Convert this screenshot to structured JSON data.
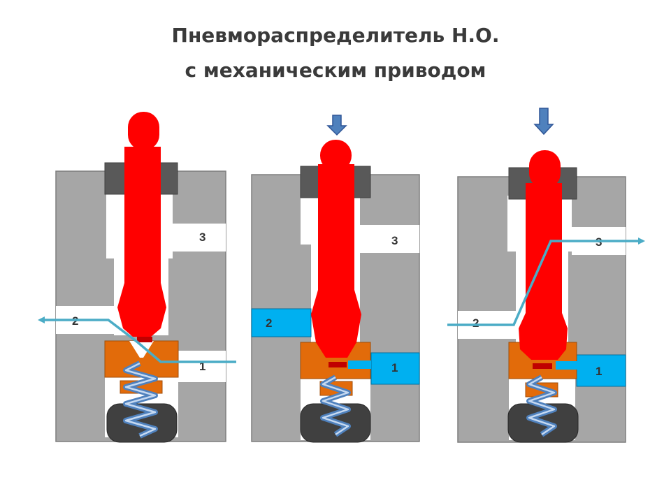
{
  "title": {
    "line1": "Пневмораспределитель Н.О.",
    "line2": "с механическим приводом"
  },
  "panels": [
    {
      "state": "rest",
      "labels": {
        "p3": "3",
        "p2": "2",
        "p1": "1"
      },
      "highlighted_ports": [],
      "flow": "1-to-2",
      "actuator_arrow": false
    },
    {
      "state": "mid-stroke",
      "labels": {
        "p3": "3",
        "p2": "2",
        "p1": "1"
      },
      "highlighted_ports": [
        "2",
        "1"
      ],
      "flow": "none",
      "actuator_arrow": true
    },
    {
      "state": "pressed",
      "labels": {
        "p3": "3",
        "p2": "2",
        "p1": "1"
      },
      "highlighted_ports": [
        "1"
      ],
      "flow": "2-to-3",
      "actuator_arrow": true
    }
  ],
  "colors": {
    "body": "#a6a6a6",
    "body_outline": "#7f7f7f",
    "cavity": "#ffffff",
    "plunger": "#ff0000",
    "plunger_dark": "#c00000",
    "gland": "#595959",
    "seat": "#e26b0a",
    "spring": "#4f81bd",
    "spring_light": "#c6d9f1",
    "cap": "#404040",
    "port_highlight": "#00b0f0",
    "flow_line": "#4bacc6",
    "press_arrow": "#4f81bd",
    "text_title": "#3a3a3a"
  }
}
